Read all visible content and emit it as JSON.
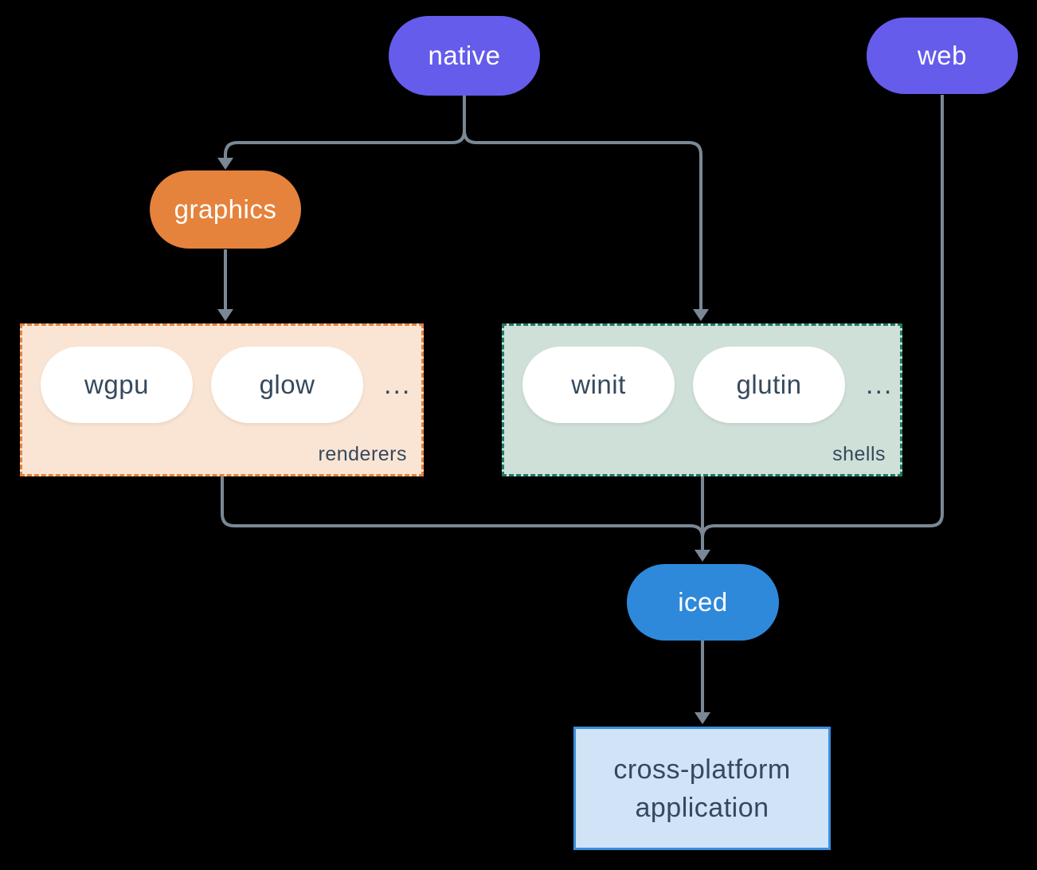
{
  "diagram": {
    "nodes": {
      "native": {
        "label": "native"
      },
      "web": {
        "label": "web"
      },
      "graphics": {
        "label": "graphics"
      },
      "iced": {
        "label": "iced"
      },
      "application": {
        "label_line1": "cross-platform",
        "label_line2": "application"
      }
    },
    "groups": {
      "renderers": {
        "label": "renderers",
        "items": [
          "wgpu",
          "glow"
        ],
        "ellipsis": "..."
      },
      "shells": {
        "label": "shells",
        "items": [
          "winit",
          "glutin"
        ],
        "ellipsis": "..."
      }
    },
    "colors": {
      "background": "#000000",
      "purple_node": "#655CEB",
      "orange_node": "#E5823C",
      "blue_node": "#2E89DB",
      "renderers_fill": "#FAE5D4",
      "renderers_border": "#E5823C",
      "shells_fill": "#CFE0D8",
      "shells_border": "#1F7A68",
      "application_fill": "#D0E3F7",
      "application_border": "#3A8EDD",
      "white_pill_fill": "#FFFFFF",
      "dark_text": "#36495C",
      "connector_line": "#7A8895"
    }
  }
}
